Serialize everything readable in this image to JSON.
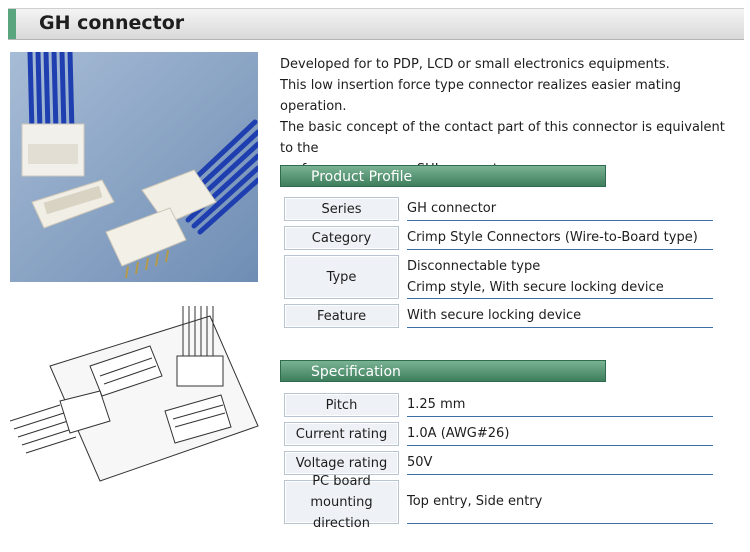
{
  "header": {
    "title": "GH connector"
  },
  "intro": [
    "Developed for to PDP, LCD or small electronics equipments.",
    "This low insertion force type connector realizes easier mating operation.",
    "The basic concept of the contact part of this connector is equivalent to the",
    "performance proven SHL connector."
  ],
  "profile": {
    "heading": "Product Profile",
    "rows": [
      {
        "label": "Series",
        "values": [
          "GH connector"
        ]
      },
      {
        "label": "Category",
        "values": [
          "Crimp Style Connectors (Wire-to-Board type)"
        ]
      },
      {
        "label": "Type",
        "values": [
          "Disconnectable type",
          "Crimp style, With secure locking device"
        ]
      },
      {
        "label": "Feature",
        "values": [
          "With secure locking device"
        ]
      }
    ]
  },
  "spec": {
    "heading": "Specification",
    "rows": [
      {
        "label": "Pitch",
        "values": [
          "1.25 mm"
        ]
      },
      {
        "label": "Current rating",
        "values": [
          "1.0A (AWG#26)"
        ]
      },
      {
        "label": "Voltage rating",
        "values": [
          "50V"
        ]
      },
      {
        "label_lines": [
          "PC board",
          "mounting direction"
        ],
        "values": [
          "Top entry, Side entry"
        ]
      }
    ]
  },
  "colors": {
    "accent": "#5aa57e",
    "section_head": "#4a8a69",
    "row_rule": "#3a6ea5",
    "photo_bg": "#8fa8c8"
  }
}
